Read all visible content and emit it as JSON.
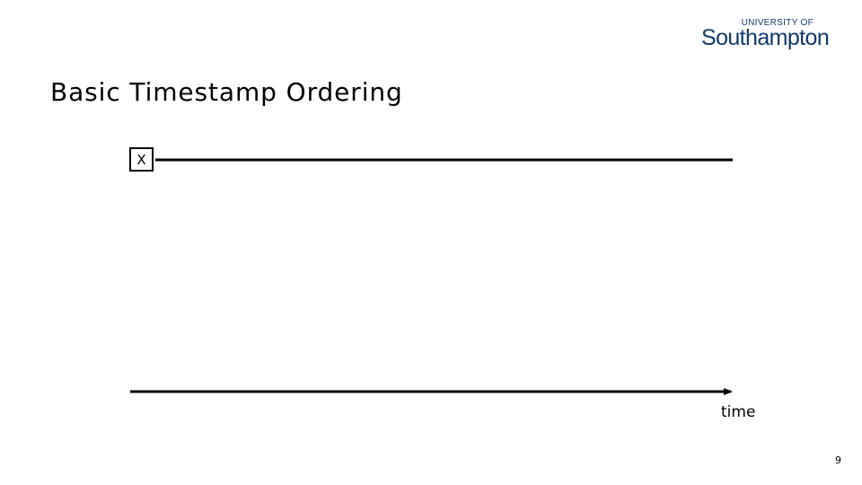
{
  "logo": {
    "top_text": "UNIVERSITY OF",
    "main_text": "Southampton",
    "color": "#0f3a6b"
  },
  "slide": {
    "title": "Basic Timestamp Ordering",
    "page_number": "9"
  },
  "diagram": {
    "data_item_label": "X",
    "time_axis_label": "time",
    "line_color": "#000000"
  }
}
